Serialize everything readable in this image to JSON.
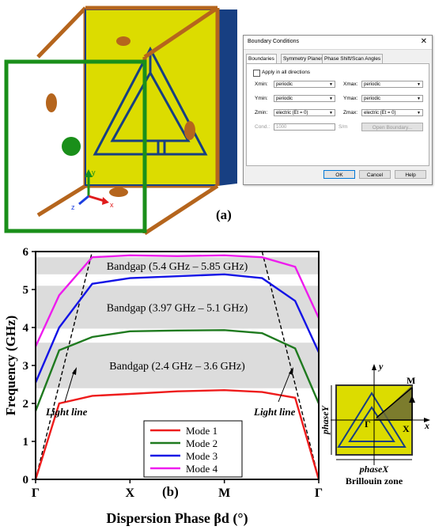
{
  "panel_a_label": "(a)",
  "panel_b_label": "(b)",
  "axes3d": {
    "y": "y",
    "z": "z",
    "x": "x"
  },
  "dialog": {
    "title": "Boundary Conditions",
    "close": "✕",
    "tabs": [
      "Boundaries",
      "Symmetry Planes",
      "Phase Shift/Scan Angles"
    ],
    "apply_all": "Apply in all directions",
    "xmin_label": "Xmin:",
    "xmin_value": "periodic",
    "xmax_label": "Xmax:",
    "xmax_value": "periodic",
    "ymin_label": "Ymin:",
    "ymin_value": "periodic",
    "ymax_label": "Ymax:",
    "ymax_value": "periodic",
    "zmin_label": "Zmin:",
    "zmin_value": "electric (Et = 0)",
    "zmax_label": "Zmax:",
    "zmax_value": "electric (Et = 0)",
    "cond_label": "Cond.:",
    "cond_value": "1000",
    "cond_unit": "S/m",
    "open_boundary": "Open Boundary...",
    "ok": "OK",
    "cancel": "Cancel",
    "help": "Help"
  },
  "chart_data": {
    "type": "line",
    "xlabel": "Dispersion Phase βd (°)",
    "ylabel": "Frequency (GHz)",
    "ylim": [
      0,
      6
    ],
    "yticks": [
      0,
      1,
      2,
      3,
      4,
      5,
      6
    ],
    "xlim": [
      0,
      300
    ],
    "xticks": [
      {
        "value": 0,
        "label": "Γ"
      },
      {
        "value": 100,
        "label": "X"
      },
      {
        "value": 200,
        "label": "M"
      },
      {
        "value": 300,
        "label": "Γ"
      }
    ],
    "series": [
      {
        "name": "Mode 1",
        "color": "#ee1c1c",
        "x": [
          0,
          25,
          60,
          100,
          150,
          200,
          240,
          275,
          300
        ],
        "y": [
          0,
          2.0,
          2.2,
          2.25,
          2.32,
          2.35,
          2.3,
          2.15,
          0
        ]
      },
      {
        "name": "Mode 2",
        "color": "#1f7a1f",
        "x": [
          0,
          25,
          60,
          100,
          150,
          200,
          240,
          275,
          300
        ],
        "y": [
          1.8,
          3.4,
          3.75,
          3.9,
          3.92,
          3.93,
          3.85,
          3.45,
          2.0
        ]
      },
      {
        "name": "Mode 3",
        "color": "#1414e6",
        "x": [
          0,
          25,
          60,
          100,
          150,
          200,
          240,
          275,
          300
        ],
        "y": [
          2.55,
          4.0,
          5.15,
          5.3,
          5.35,
          5.4,
          5.3,
          4.7,
          3.35
        ]
      },
      {
        "name": "Mode 4",
        "color": "#ee1cee",
        "x": [
          0,
          25,
          60,
          100,
          150,
          200,
          240,
          275,
          300
        ],
        "y": [
          3.5,
          4.85,
          5.85,
          5.9,
          5.88,
          5.9,
          5.85,
          5.6,
          4.25
        ]
      }
    ],
    "light_lines": [
      {
        "x": [
          0,
          60
        ],
        "y": [
          0,
          6
        ]
      },
      {
        "x": [
          240,
          300
        ],
        "y": [
          6,
          0
        ]
      }
    ],
    "bandgaps": [
      {
        "label": "Bandgap (2.4 GHz – 3.6 GHz)",
        "ymin": 2.4,
        "ymax": 3.6
      },
      {
        "label": "Bandgap (3.97 GHz – 5.1 GHz)",
        "ymin": 3.97,
        "ymax": 5.1
      },
      {
        "label": "Bandgap (5.4 GHz – 5.85 GHz)",
        "ymin": 5.4,
        "ymax": 5.85
      }
    ],
    "annotations": [
      "Light line",
      "Light line"
    ],
    "legend_position": "bottom-center"
  },
  "brillouin": {
    "y_axis": "y",
    "x_axis": "x",
    "M": "M",
    "Gamma": "Γ",
    "X": "X",
    "phaseX": "phaseX",
    "phaseY": "phaseY",
    "caption": "Brillouin zone"
  },
  "colors": {
    "yellow": "#dcdc00",
    "navy": "#173f82",
    "copper": "#b5651d",
    "green": "#1a8f1a"
  }
}
